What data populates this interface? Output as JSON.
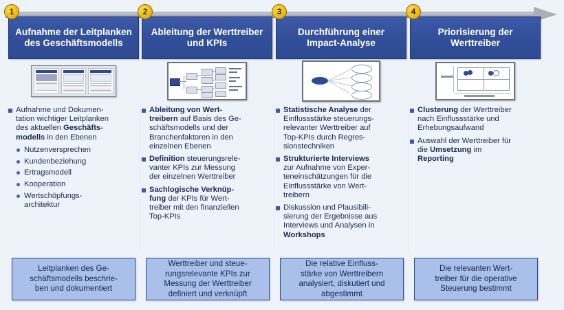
{
  "diagram": {
    "title": "Vorgehensmodell Werttreiber",
    "accent_header": "#2e4a94",
    "accent_circle": "#efb90e",
    "accent_result": "#a9c0ea",
    "background": "#eef2f9"
  },
  "phases": [
    {
      "number": "1",
      "title": "Aufnahme der Leitplanken des Geschäftsmodells",
      "thumbnail": "three-slide-cards-thumbnail",
      "bullets": [
        {
          "lead": "Aufnahme und Dokumen-",
          "text_html": "Aufnahme und Dokumen-tation wichtiger Leitplanken des aktuellen <b>Geschäfts-modells</b> in den Ebenen",
          "sub": [
            "Nutzenversprechen",
            "Kundenbeziehung",
            "Ertragsmodell",
            "Kooperation",
            "Wertschöpfungs-architektur"
          ]
        }
      ],
      "result": "Leitplanken des Ge-schäftsmodells beschrie-ben und dokumentiert"
    },
    {
      "number": "2",
      "title": "Ableitung der Werttreiber und KPIs",
      "thumbnail": "tree-diagram-thumbnail",
      "bullets": [
        {
          "text_html": "<b>Ableitung von Wert-treibern</b> auf Basis des Ge-schäftsmodells und der Branchenfaktoren in den einzelnen Ebenen",
          "sub": []
        },
        {
          "text_html": "<b>Definition</b> steuerungsrele-vanter KPIs zur Messung der einzelnen Werttreiber",
          "sub": []
        },
        {
          "text_html": "<b>Sachlogische Verknüp-fung</b> der KPIs für Wert-treiber mit den finanziellen Top-KPIs",
          "sub": []
        }
      ],
      "result": "Werttreiber und steue-rungsrelevante KPIs zur Messung der Werttreiber definiert und verknüpft"
    },
    {
      "number": "3",
      "title": "Durchführung einer Impact-Analyse",
      "thumbnail": "hub-and-spoke-thumbnail",
      "bullets": [
        {
          "text_html": "<b>Statistische Analyse</b> der Einflussstärke steuerungs-relevanter Werttreiber auf Top-KPIs durch Regres-sionstechniken",
          "sub": []
        },
        {
          "text_html": "<b>Strukturierte Interviews</b> zur Aufnahme von Exper-teneinschätzungen für die Einflussstärke von Wert-treibern",
          "sub": []
        },
        {
          "text_html": "Diskussion und Plausibili-sierung der Ergebnisse aus Interviews und Analysen in <b>Workshops</b>",
          "sub": []
        }
      ],
      "result": "Die relative Einfluss-stärke von Werttreibern analysiert, diskutiert und abgestimmt"
    },
    {
      "number": "4",
      "title": "Priorisierung der Werttreiber",
      "thumbnail": "matrix-portfolio-thumbnail",
      "bullets": [
        {
          "text_html": "<b>Clusterung</b> der Werttreiber nach Einflussstärke und Erhebungsaufwand",
          "sub": []
        },
        {
          "text_html": "Auswahl der Werttreiber für die <b>Umsetzung</b> im <b>Reporting</b>",
          "sub": []
        }
      ],
      "result": "Die relevanten Wert-treiber für die operative Steuerung bestimmt"
    }
  ]
}
